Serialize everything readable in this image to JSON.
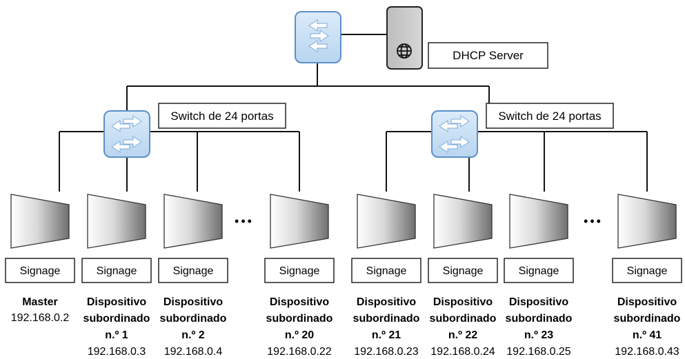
{
  "server": {
    "label": "DHCP Server",
    "icon": "globe-icon"
  },
  "switches": [
    {
      "label": "Switch de 24 portas"
    },
    {
      "label": "Switch de 24 portas"
    }
  ],
  "ellipsis": "•••",
  "devices": [
    {
      "sign": "Signage",
      "name": [
        "Master"
      ],
      "ip": "192.168.0.2"
    },
    {
      "sign": "Signage",
      "name": [
        "Dispositivo",
        "subordinado",
        "n.º 1"
      ],
      "ip": "192.168.0.3"
    },
    {
      "sign": "Signage",
      "name": [
        "Dispositivo",
        "subordinado",
        "n.º 2"
      ],
      "ip": "192.168.0.4"
    },
    {
      "sign": "Signage",
      "name": [
        "Dispositivo",
        "subordinado",
        "n.º 20"
      ],
      "ip": "192.168.0.22"
    },
    {
      "sign": "Signage",
      "name": [
        "Dispositivo",
        "subordinado",
        "n.º 21"
      ],
      "ip": "192.168.0.23"
    },
    {
      "sign": "Signage",
      "name": [
        "Dispositivo",
        "subordinado",
        "n.º 22"
      ],
      "ip": "192.168.0.24"
    },
    {
      "sign": "Signage",
      "name": [
        "Dispositivo",
        "subordinado",
        "n.º 23"
      ],
      "ip": "192.168.0.25"
    },
    {
      "sign": "Signage",
      "name": [
        "Dispositivo",
        "subordinado",
        "n.º 41"
      ],
      "ip": "192.168.0.43"
    }
  ],
  "colors": {
    "switch_fill": "#cfe3f6",
    "switch_stroke": "#5b8fc9",
    "line": "#111111",
    "server_fill": "#c9c9c9"
  }
}
